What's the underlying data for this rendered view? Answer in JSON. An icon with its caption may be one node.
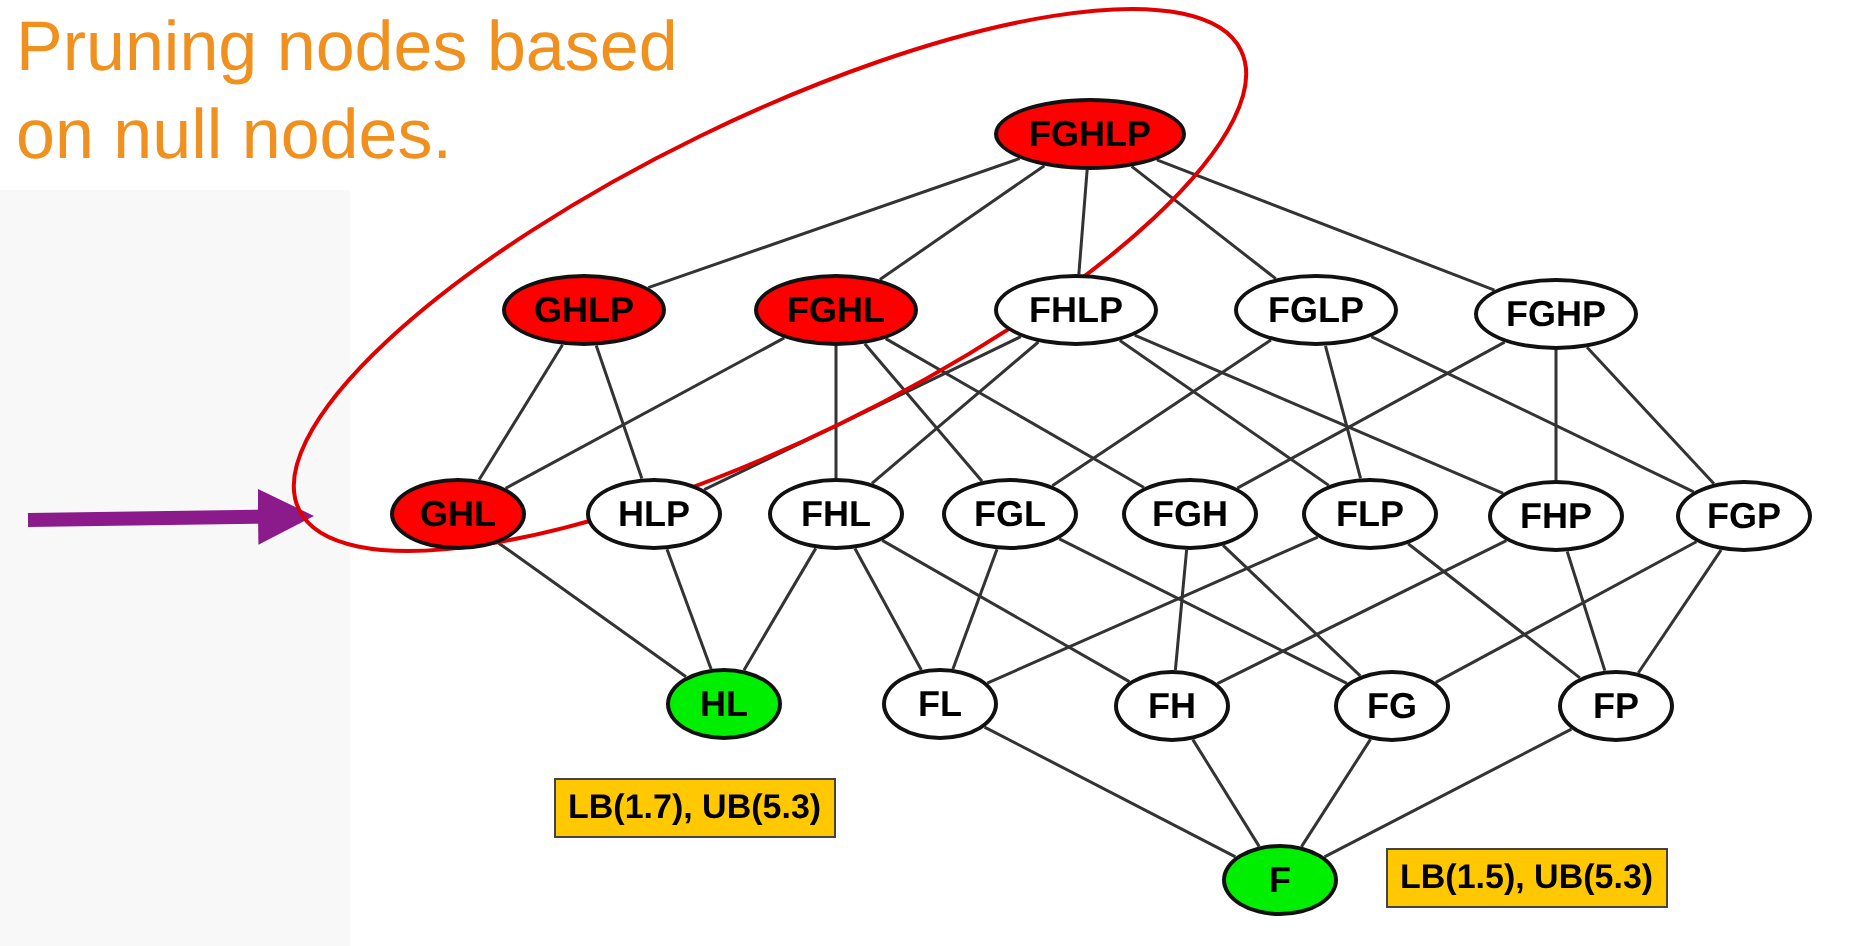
{
  "diagram": {
    "title": "Pruning nodes based on null nodes.",
    "nodes": [
      {
        "text": [
          "FGHLP"
        ]
      },
      {
        "text": [
          "GHLP"
        ]
      },
      {
        "text": [
          "FGHL"
        ]
      },
      {
        "text": [
          "FHLP"
        ]
      },
      {
        "text": [
          "FGLP"
        ]
      },
      {
        "text": [
          "FGHP"
        ]
      },
      {
        "text": [
          "GHL"
        ]
      },
      {
        "text": [
          "HLP"
        ]
      },
      {
        "text": [
          "FHL"
        ]
      },
      {
        "text": [
          "FGL"
        ]
      },
      {
        "text": [
          "FGH"
        ]
      },
      {
        "text": [
          "FLP"
        ]
      },
      {
        "text": [
          "FHP"
        ]
      },
      {
        "text": [
          "FGP"
        ]
      },
      {
        "text": [
          "HL"
        ],
        "beside": [
          "LB(1.7), UB(5.3)"
        ]
      },
      {
        "text": [
          "FL"
        ]
      },
      {
        "text": [
          "FH"
        ]
      },
      {
        "text": [
          "FG"
        ]
      },
      {
        "text": [
          "FP"
        ]
      },
      {
        "text": [
          "F"
        ],
        "beside": [
          "LB(1.5), UB(5.3)"
        ]
      }
    ],
    "edges": [
      {
        "from": 0,
        "to": 1,
        "arrow": "none"
      },
      {
        "from": 0,
        "to": 2,
        "arrow": "none"
      },
      {
        "from": 0,
        "to": 3,
        "arrow": "none"
      },
      {
        "from": 0,
        "to": 4,
        "arrow": "none"
      },
      {
        "from": 0,
        "to": 5,
        "arrow": "none"
      },
      {
        "from": 1,
        "to": 6,
        "arrow": "none"
      },
      {
        "from": 1,
        "to": 7,
        "arrow": "none"
      },
      {
        "from": 2,
        "to": 6,
        "arrow": "none"
      },
      {
        "from": 2,
        "to": 8,
        "arrow": "none"
      },
      {
        "from": 2,
        "to": 9,
        "arrow": "none"
      },
      {
        "from": 2,
        "to": 10,
        "arrow": "none"
      },
      {
        "from": 3,
        "to": 7,
        "arrow": "none"
      },
      {
        "from": 3,
        "to": 8,
        "arrow": "none"
      },
      {
        "from": 3,
        "to": 11,
        "arrow": "none"
      },
      {
        "from": 3,
        "to": 12,
        "arrow": "none"
      },
      {
        "from": 4,
        "to": 9,
        "arrow": "none"
      },
      {
        "from": 4,
        "to": 11,
        "arrow": "none"
      },
      {
        "from": 4,
        "to": 13,
        "arrow": "none"
      },
      {
        "from": 5,
        "to": 10,
        "arrow": "none"
      },
      {
        "from": 5,
        "to": 12,
        "arrow": "none"
      },
      {
        "from": 5,
        "to": 13,
        "arrow": "none"
      },
      {
        "from": 6,
        "to": 14,
        "arrow": "none"
      },
      {
        "from": 7,
        "to": 14,
        "arrow": "none"
      },
      {
        "from": 8,
        "to": 14,
        "arrow": "none"
      },
      {
        "from": 8,
        "to": 15,
        "arrow": "none"
      },
      {
        "from": 8,
        "to": 16,
        "arrow": "none"
      },
      {
        "from": 9,
        "to": 15,
        "arrow": "none"
      },
      {
        "from": 9,
        "to": 17,
        "arrow": "none"
      },
      {
        "from": 10,
        "to": 16,
        "arrow": "none"
      },
      {
        "from": 10,
        "to": 17,
        "arrow": "none"
      },
      {
        "from": 11,
        "to": 15,
        "arrow": "none"
      },
      {
        "from": 11,
        "to": 18,
        "arrow": "none"
      },
      {
        "from": 12,
        "to": 16,
        "arrow": "none"
      },
      {
        "from": 12,
        "to": 18,
        "arrow": "none"
      },
      {
        "from": 13,
        "to": 17,
        "arrow": "none"
      },
      {
        "from": 13,
        "to": 18,
        "arrow": "none"
      },
      {
        "from": 15,
        "to": 19,
        "arrow": "none"
      },
      {
        "from": 16,
        "to": 19,
        "arrow": "none"
      },
      {
        "from": 17,
        "to": 19,
        "arrow": "none"
      },
      {
        "from": 18,
        "to": 19,
        "arrow": "none"
      },
      {
        "from": null,
        "to": 6,
        "arrow": "to",
        "style": "thick",
        "color": "#8b1a8b"
      }
    ]
  }
}
